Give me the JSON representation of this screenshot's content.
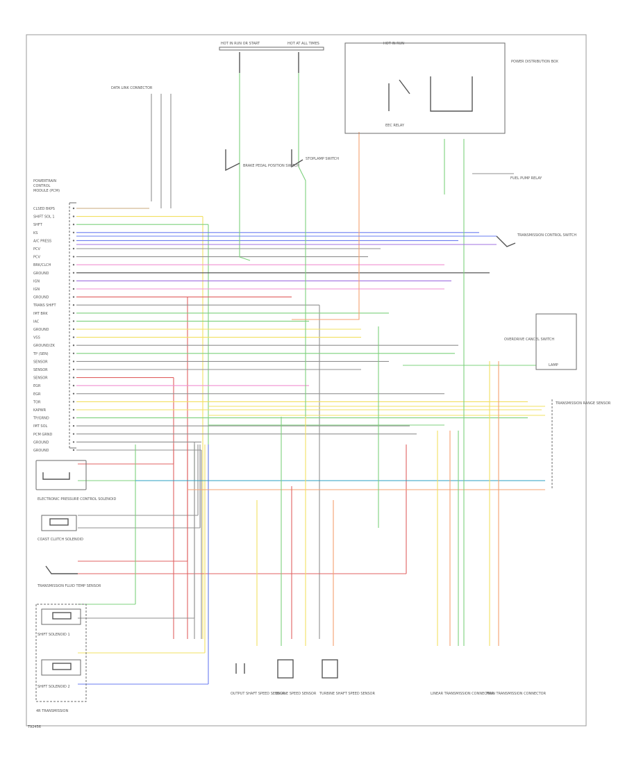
{
  "diagram": {
    "footer_id": "T92456",
    "pcm_title": [
      "POWERTRAIN",
      "CONTROL",
      "MODULE (PCM)"
    ],
    "pcm_pins": [
      "CLSED BKPS",
      "SHIFT SOL 1",
      "SHFT",
      "KS",
      "A/C PRESS",
      "PCV",
      "PCV",
      "BRK/CLCH",
      "GROUND",
      "IGN",
      "IGN",
      "GROUND",
      "TRANS SHIFT",
      "IMT BRK",
      "IAC",
      "GROUND",
      "VSS",
      "GROUND/ZK",
      "TP (SEN)",
      "SENSOR",
      "SENSOR",
      "SENSOR",
      "EGR",
      "EGR",
      "TOR",
      "KAPWR",
      "TP/GRND",
      "IMT SOL",
      "PCM GRND",
      "GROUND",
      "GROUND"
    ],
    "left_components": [
      "ELECTRONIC PRESSURE CONTROL SOLENOID",
      "COAST CLUTCH SOLENOID",
      "TRANSMISSION FLUID TEMP SENSOR",
      "SHIFT SOLENOID 1",
      "SHIFT SOLENOID 2",
      "4R TRANSMISSION"
    ],
    "top_labels": [
      "HOT IN RUN OR START",
      "HOT AT ALL TIMES",
      "HOT IN RUN",
      "DATA LINK CONNECTOR",
      "BRAKE PEDAL POSITION SWITCH",
      "STOPLAMP SWITCH",
      "POWER DISTRIBUTION BOX",
      "EEC RELAY",
      "FUEL PUMP RELAY"
    ],
    "right_labels": [
      "TRANSMISSION CONTROL SWITCH",
      "TRANSMISSION RANGE SENSOR",
      "OVERDRIVE CANCEL SWITCH",
      "LAMP"
    ],
    "bottom_labels": [
      "OUTPUT SHAFT SPEED SENSOR",
      "ENGINE SPEED SENSOR",
      "TURBINE SHAFT SPEED SENSOR",
      "LINEAR TRANSMISSION CONNECTOR",
      "MAIN TRANSMISSION CONNECTOR"
    ],
    "wire_colors": {
      "red": "#e06060",
      "orange": "#f4a070",
      "yellow": "#f2e060",
      "green": "#7cd07c",
      "blue": "#6a7cf0",
      "violet": "#a070e0",
      "pink": "#f08fd0",
      "teal": "#2a9fc0",
      "gray": "#8f8f8f",
      "tan": "#c8a878",
      "black": "#444444"
    }
  }
}
